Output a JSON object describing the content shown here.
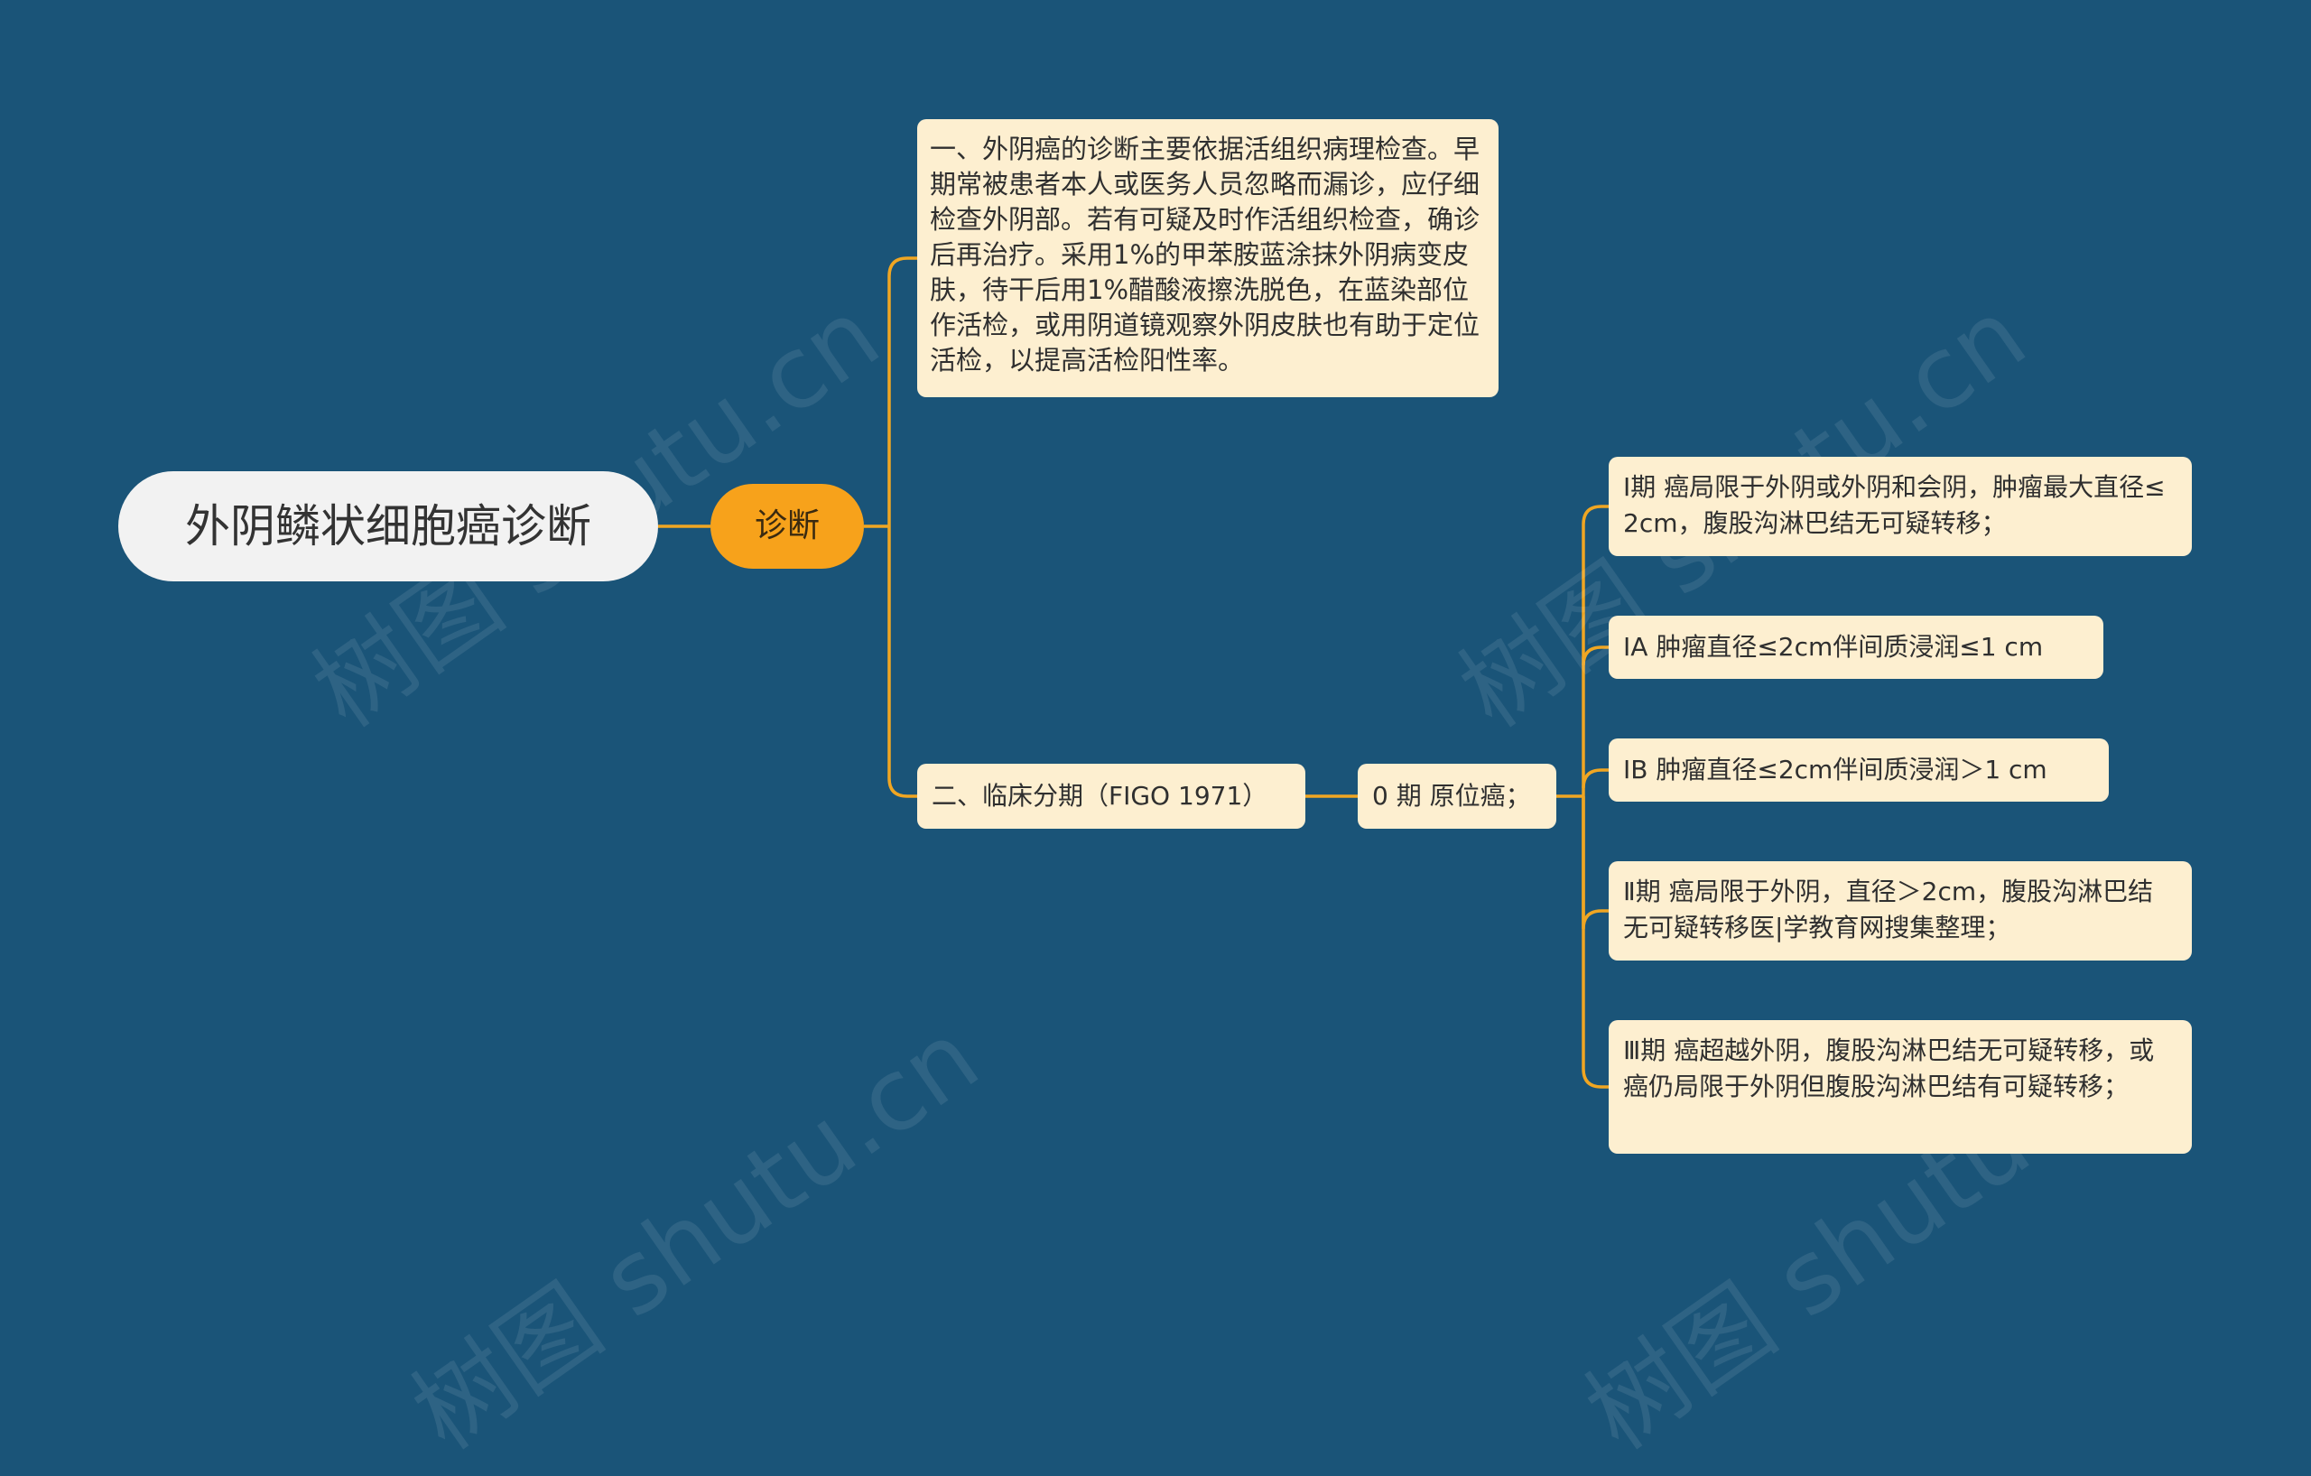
{
  "root": {
    "title": "外阴鳞状细胞癌诊断"
  },
  "branch": {
    "label": "诊断"
  },
  "text1": {
    "content": "一、外阴癌的诊断主要依据活组织病理检查。早期常被患者本人或医务人员忽略而漏诊，应仔细检查外阴部。若有可疑及时作活组织检查，确诊后再治疗。采用1%的甲苯胺蓝涂抹外阴病变皮肤，待干后用1%醋酸液擦洗脱色，在蓝染部位作活检，或用阴道镜观察外阴皮肤也有助于定位活检，以提高活检阳性率。"
  },
  "staging": {
    "label": "二、临床分期（FIGO 1971）",
    "stage0": "0 期 原位癌；",
    "items": [
      "Ⅰ期 癌局限于外阴或外阴和会阴，肿瘤最大直径≤2cm，腹股沟淋巴结无可疑转移；",
      "ⅠA 肿瘤直径≤2cm伴间质浸润≤1 cm",
      "ⅠB 肿瘤直径≤2cm伴间质浸润＞1 cm",
      "Ⅱ期 癌局限于外阴，直径＞2cm，腹股沟淋巴结无可疑转移医|学教育网搜集整理；",
      "Ⅲ期 癌超越外阴，腹股沟淋巴结无可疑转移，或癌仍局限于外阴但腹股沟淋巴结有可疑转移；"
    ]
  },
  "colors": {
    "background": "#1a5478",
    "link": "#f0a622",
    "branch": "#f7a21b",
    "leaf": "#fdefd0",
    "root": "#f2f2f2"
  },
  "watermark": "树图 shutu.cn"
}
